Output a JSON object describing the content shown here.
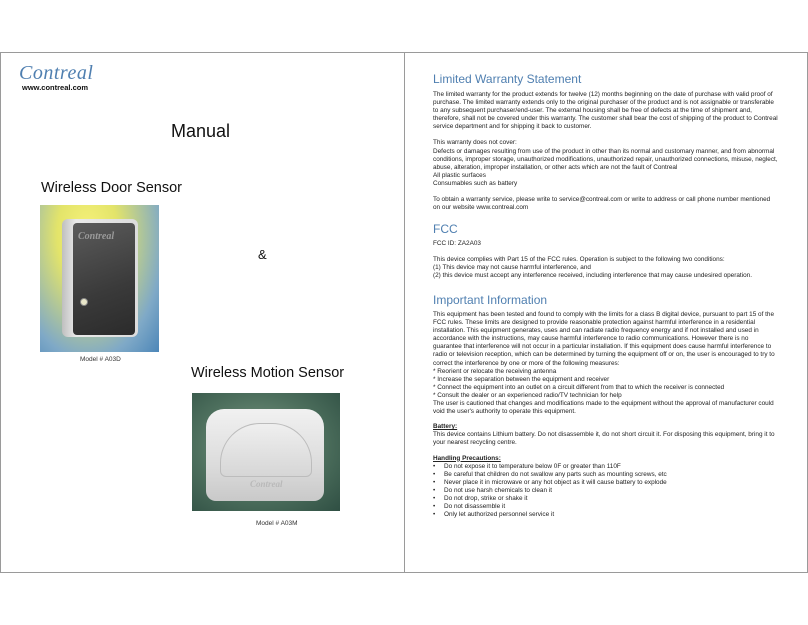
{
  "left": {
    "logo": "Contreal",
    "url": "www.contreal.com",
    "title": "Manual",
    "door_title": "Wireless Door Sensor",
    "door_brand": "Contreal",
    "door_model": "Model # A03D",
    "ampersand": "&",
    "motion_title": "Wireless Motion Sensor",
    "motion_brand": "Contreal",
    "motion_model": "Model # A03M"
  },
  "warranty": {
    "heading": "Limited Warranty Statement",
    "p1": "The limited warranty for the product extends for twelve (12) months beginning on the date of purchase with valid proof of purchase. The limited warranty extends only to the original purchaser of the product and is not assignable or transferable to any subsequent purchaser/end-user. The external housing shall be free of defects at the time of shipment and, therefore, shall not be covered under this warranty. The customer shall bear the cost of shipping of the product to Contreal service department and for shipping it back to customer.",
    "not_cover_lines": [
      "This warranty does not cover:",
      "Defects or damages resulting from use of the product in other than its normal and customary manner, and from abnormal conditions, improper storage, unauthorized modifications, unauthorized repair, unauthorized connections, misuse, neglect, abuse, alteration, improper installation, or other acts which are not the fault of Contreal",
      "All plastic surfaces",
      "Consumables such as battery"
    ],
    "p3": "To obtain a warranty service, please write to service@contreal.com or write to address or call phone number mentioned on our website www.contreal.com"
  },
  "fcc": {
    "heading": "FCC",
    "id": "FCC ID: ZA2A03",
    "lines": [
      "This device complies with Part 15 of the FCC rules. Operation is subject to the following two conditions:",
      "(1) This device may not cause harmful interference, and",
      "(2) this device must accept any interference received, including interference that may cause undesired operation."
    ]
  },
  "info": {
    "heading": "Important Information",
    "p1": "This equipment has been tested and found to comply with the limits for a class B digital device, pursuant to part 15 of the FCC rules. These limits are designed to provide reasonable protection against harmful interference in a residential installation. This equipment generates, uses and can radiate radio frequency energy and if not installed and used in accordance with the instructions, may cause harmful interference to radio communications. However there is no guarantee that interference will not occur in a particular installation. If this equipment does cause harmful interference to radio or television reception, which can be determined by turning the equipment off or on, the user is encouraged to try to correct the interference by one or more of the following measures:",
    "measures": [
      "* Reorient or relocate the receiving antenna",
      "* Increase the separation between the equipment and receiver",
      "* Connect the equipment into an outlet on a circuit different from that to which the receiver is connected",
      "* Consult the dealer or an experienced radio/TV technician for help"
    ],
    "p2": "The user is cautioned that changes and modifications made to the equipment without the approval of manufacturer could void the user's authority to operate this equipment.",
    "battery_label": "Battery:",
    "battery_text": "This device contains Lithium battery. Do not disassemble it, do not short circuit it. For disposing this equipment, bring it to your nearest recycling centre.",
    "handling_label": "Handling Precautions:",
    "handling": [
      "Do not expose it to temperature below 0F or greater than 110F",
      "Be careful that children do not swallow any parts such as mounting screws, etc",
      "Never place it in microwave or any hot object as it will cause battery to explode",
      "Do not use harsh chemicals to clean it",
      "Do not drop, strike or shake it",
      "Do not disassemble it",
      "Only let authorized personnel service it"
    ]
  }
}
